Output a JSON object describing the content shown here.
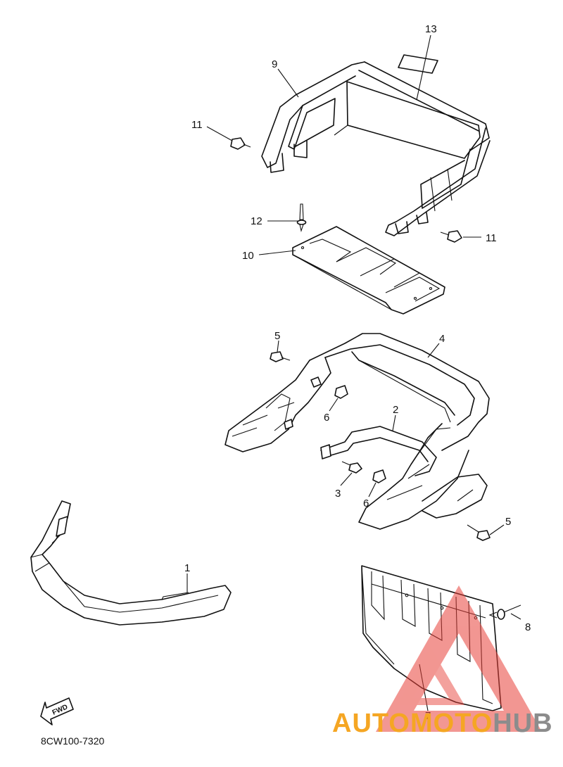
{
  "diagram": {
    "callouts": [
      {
        "id": "c1",
        "label": "1"
      },
      {
        "id": "c2",
        "label": "2"
      },
      {
        "id": "c3",
        "label": "3"
      },
      {
        "id": "c4",
        "label": "4"
      },
      {
        "id": "c5a",
        "label": "5"
      },
      {
        "id": "c5b",
        "label": "5"
      },
      {
        "id": "c6a",
        "label": "6"
      },
      {
        "id": "c6b",
        "label": "6"
      },
      {
        "id": "c7",
        "label": "7"
      },
      {
        "id": "c8",
        "label": "8"
      },
      {
        "id": "c9",
        "label": "9"
      },
      {
        "id": "c10",
        "label": "10"
      },
      {
        "id": "c11a",
        "label": "11"
      },
      {
        "id": "c11b",
        "label": "11"
      },
      {
        "id": "c12",
        "label": "12"
      },
      {
        "id": "c13",
        "label": "13"
      }
    ],
    "fwd_label": "FWD",
    "diagram_code": "8CW100-7320"
  },
  "watermark": {
    "part_orange": "AUTOMOTO",
    "part_gray": "HUB",
    "color_orange": "#f5a623",
    "color_gray": "#8c8c8c",
    "color_triangle": "#e8423a"
  }
}
